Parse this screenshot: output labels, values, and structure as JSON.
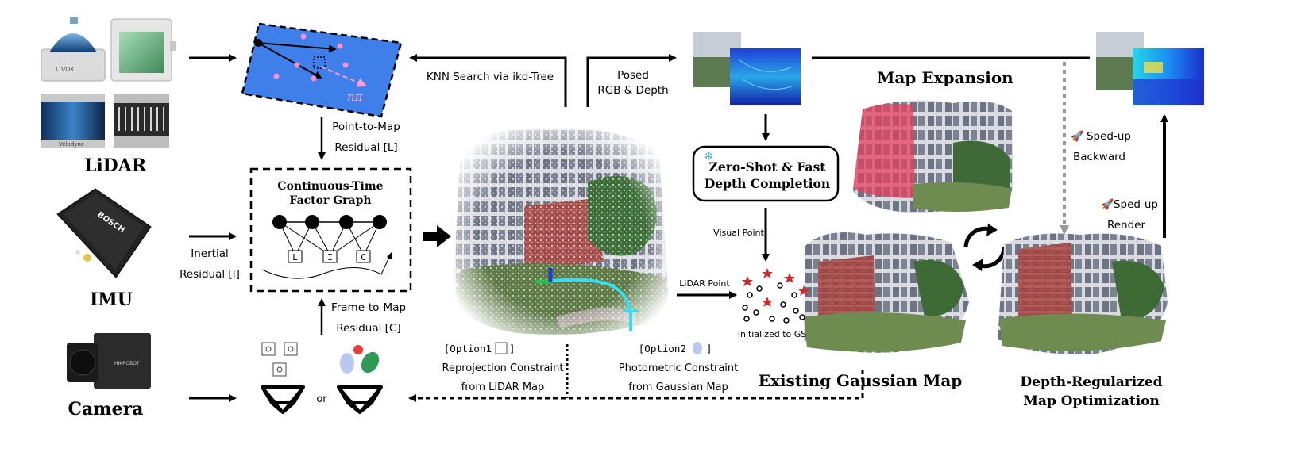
{
  "sensors": {
    "lidar_label": "LiDAR",
    "imu_label": "IMU",
    "camera_label": "Camera",
    "livox_text": "LIVOX",
    "velodyne_text": "Velodyne",
    "bosch_text": "BOSCH",
    "hikrobot_text": "HIKROBOT"
  },
  "plane": {
    "symbol": "nπ"
  },
  "factor_graph": {
    "title_line1": "Continuous-Time",
    "title_line2": "Factor Graph",
    "factor_labels": [
      "L",
      "I",
      "C"
    ]
  },
  "residuals": {
    "point_to_map_line1": "Point-to-Map",
    "point_to_map_line2": "Residual [L]",
    "inertial_line1": "Inertial",
    "inertial_line2": "Residual [I]",
    "frame_to_map_line1": "Frame-to-Map",
    "frame_to_map_line2": "Residual [C]"
  },
  "camera_options": {
    "or_text": "or"
  },
  "search": {
    "knn_label": "KNN Search via ikd-Tree"
  },
  "posed": {
    "line1": "Posed",
    "line2": "RGB & Depth"
  },
  "options": {
    "option1_line1": "[Option1",
    "option1_line1_end": "]",
    "option1_line2": "Reprojection Constraint",
    "option1_line3": "from LiDAR Map",
    "option2_line1": "[Option2",
    "option2_line1_end": "]",
    "option2_line2": "Photometric Constraint",
    "option2_line3": "from Gaussian Map"
  },
  "depth_completion": {
    "line1": "Zero-Shot & Fast",
    "line2": "Depth Completion"
  },
  "points": {
    "visual_point": "Visual Point",
    "lidar_point": "LiDAR Point",
    "initialized": "Initialized to GS"
  },
  "maps": {
    "map_expansion": "Map Expansion",
    "existing_gaussian_map": "Existing Gaussian Map",
    "depth_regularized_line1": "Depth-Regularized",
    "depth_regularized_line2": "Map Optimization"
  },
  "speedups": {
    "backward_line1": "Sped-up",
    "backward_line2": "Backward",
    "render_line1": "Sped-up",
    "render_line2": "Render"
  },
  "colors": {
    "plane_blue": "#3f7fea",
    "plane_dot": "#ff8fd0",
    "expansion_pink": "#e4405e",
    "trajectory_cyan": "#33dff0",
    "star_red": "#d8242a"
  }
}
